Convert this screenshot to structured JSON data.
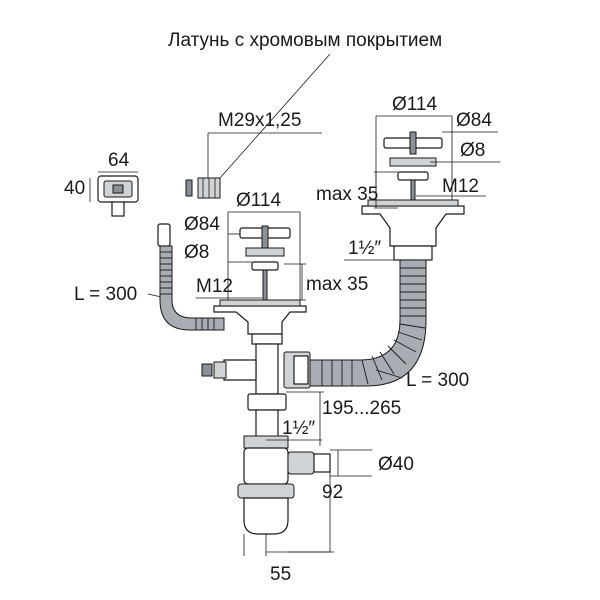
{
  "material_note": "Латунь с хромовым покрытием",
  "thread_label": "M29x1,25",
  "overflow_box": {
    "width_label": "64",
    "height_label": "40"
  },
  "right_strainer": {
    "outer_diameter": "Ø114",
    "inner_diameter": "Ø84",
    "small_diameter": "Ø8",
    "screw": "M12",
    "max_height": "max 35",
    "outlet": "1½″"
  },
  "left_strainer": {
    "outer_diameter": "Ø114",
    "inner_diameter": "Ø84",
    "small_diameter": "Ø8",
    "screw": "M12",
    "max_height": "max 35"
  },
  "overflow_hose_length": "L = 300",
  "connector_hose_length": "L = 300",
  "adjust_range": "195...265",
  "siphon_outlet": "1½″",
  "outlet_diameter": "Ø40",
  "siphon_height": "92",
  "siphon_width": "55",
  "colors": {
    "line": "#1a1a1a",
    "metal": "#cfd3d6",
    "hose": "#a7adb3"
  }
}
